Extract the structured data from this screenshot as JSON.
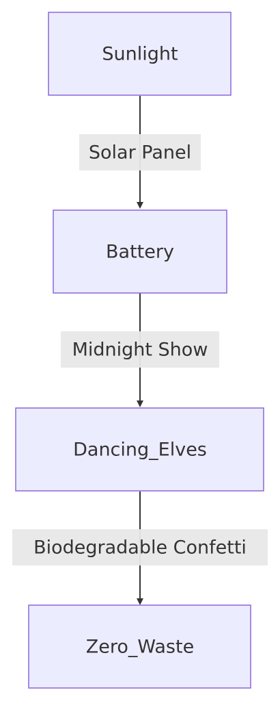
{
  "diagram": {
    "nodes": {
      "sunlight": "Sunlight",
      "battery": "Battery",
      "dancing_elves": "Dancing_Elves",
      "zero_waste": "Zero_Waste"
    },
    "edges": {
      "solar_panel": "Solar Panel",
      "midnight_show": "Midnight Show",
      "biodegradable_confetti": "Biodegradable Confetti"
    },
    "colors": {
      "node_fill": "#ECECFF",
      "node_stroke": "#9370DB",
      "edge": "#333333",
      "label_bg": "#e8e8e8",
      "text": "#333333"
    }
  }
}
